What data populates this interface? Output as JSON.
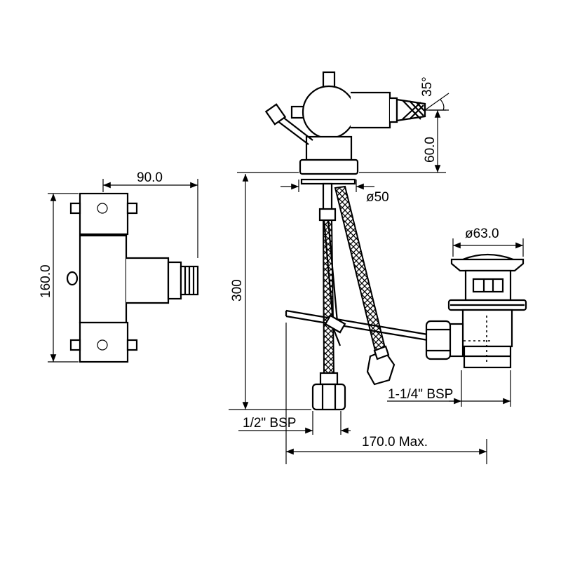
{
  "dimensions": {
    "width_top": "90.0",
    "height_left": "160.0",
    "total_height": "300",
    "base_diameter": "ø50",
    "angle": "35°",
    "spout_height": "60.0",
    "waste_diameter": "ø63.0",
    "waste_thread": "1-1/4\" BSP",
    "inlet_thread": "1/2\" BSP",
    "max_reach": "170.0 Max."
  },
  "colors": {
    "line": "#000000",
    "background": "#ffffff"
  }
}
